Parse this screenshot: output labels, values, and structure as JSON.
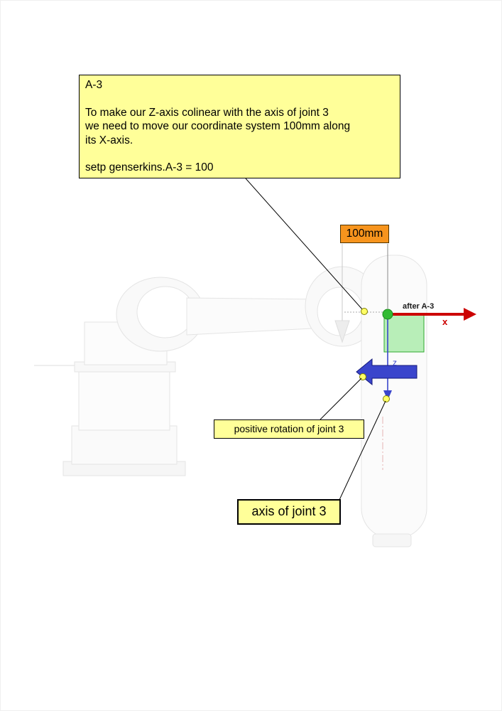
{
  "annotation": {
    "title": "A-3",
    "body": [
      "To make our Z-axis colinear with the axis of joint 3",
      "we need to move our coordinate system 100mm along",
      "its X-axis."
    ],
    "command": "setp genserkins.A-3 = 100"
  },
  "labels": {
    "distance": "100mm",
    "after": "after A-3",
    "x_axis": "x",
    "z_axis": "z",
    "positive_rotation": "positive rotation of joint 3",
    "joint_axis": "axis of joint 3"
  },
  "colors": {
    "note_yellow": "#FFFF99",
    "distance_orange": "#F7941D",
    "x_red": "#CC0000",
    "z_blue": "#3A45CC",
    "rotation_blue": "#3A45CC",
    "frame_green": "#33BB33",
    "marker_yellow": "#FFFF66"
  }
}
